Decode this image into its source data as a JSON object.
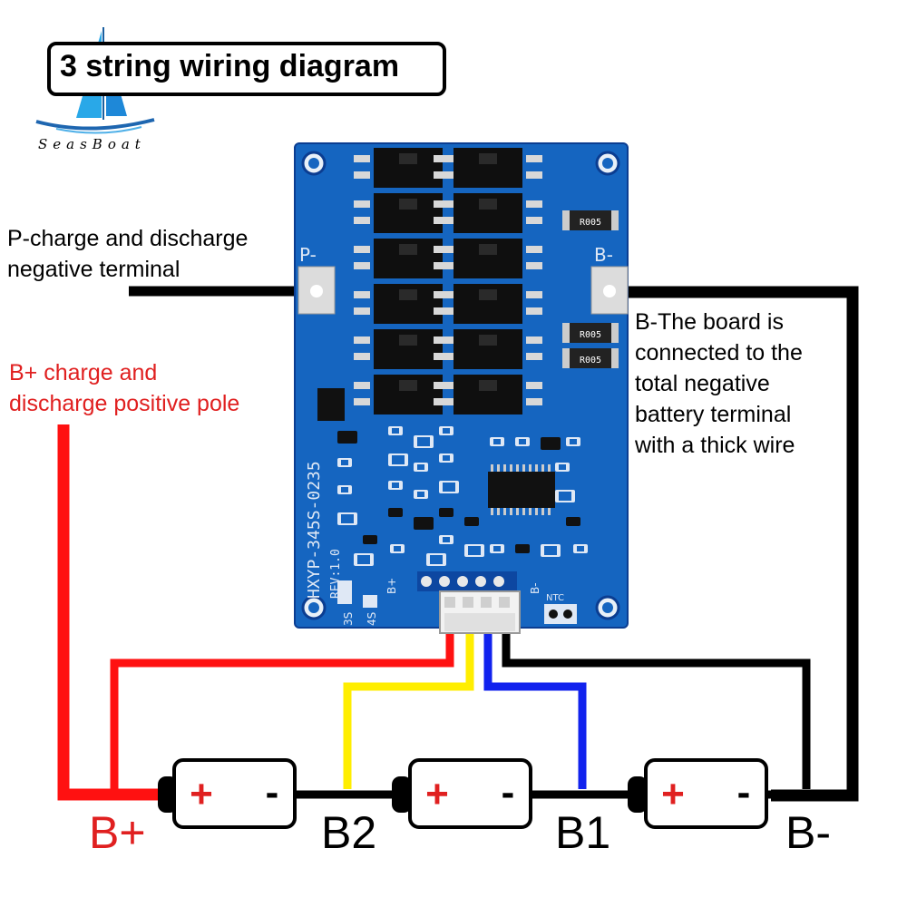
{
  "title": "3 string wiring diagram",
  "logo": {
    "wordmark": "SeasBoat"
  },
  "board": {
    "pad_left": "P-",
    "pad_right": "B-",
    "model": "HXYP-345S-0235",
    "revision": "REV:1.0",
    "silk_3s": "3S",
    "silk_4s": "4S",
    "silk_bplus": "B+",
    "silk_bminus": "B-",
    "silk_ntc": "NTC",
    "resistor_marking": "R005"
  },
  "labels": {
    "p_terminal": [
      "P-charge and discharge",
      "negative terminal"
    ],
    "b_plus_pole": [
      "B+ charge and",
      "discharge positive pole"
    ],
    "b_minus_note": [
      "B-The board is",
      "connected to the",
      "total negative",
      "battery terminal",
      "with a thick wire"
    ]
  },
  "batteries": [
    {
      "plus": "+",
      "minus": "-"
    },
    {
      "plus": "+",
      "minus": "-"
    },
    {
      "plus": "+",
      "minus": "-"
    }
  ],
  "nodes": {
    "b_plus": "B+",
    "b2": "B2",
    "b1": "B1",
    "b_minus": "B-"
  },
  "colors": {
    "pcb_blue": "#1565c0",
    "pcb_dark": "#0d47a1",
    "wire_red": "#ff1111",
    "wire_yellow": "#ffee00",
    "wire_blue": "#1122ee",
    "wire_black": "#000000",
    "label_red": "#e02020"
  }
}
